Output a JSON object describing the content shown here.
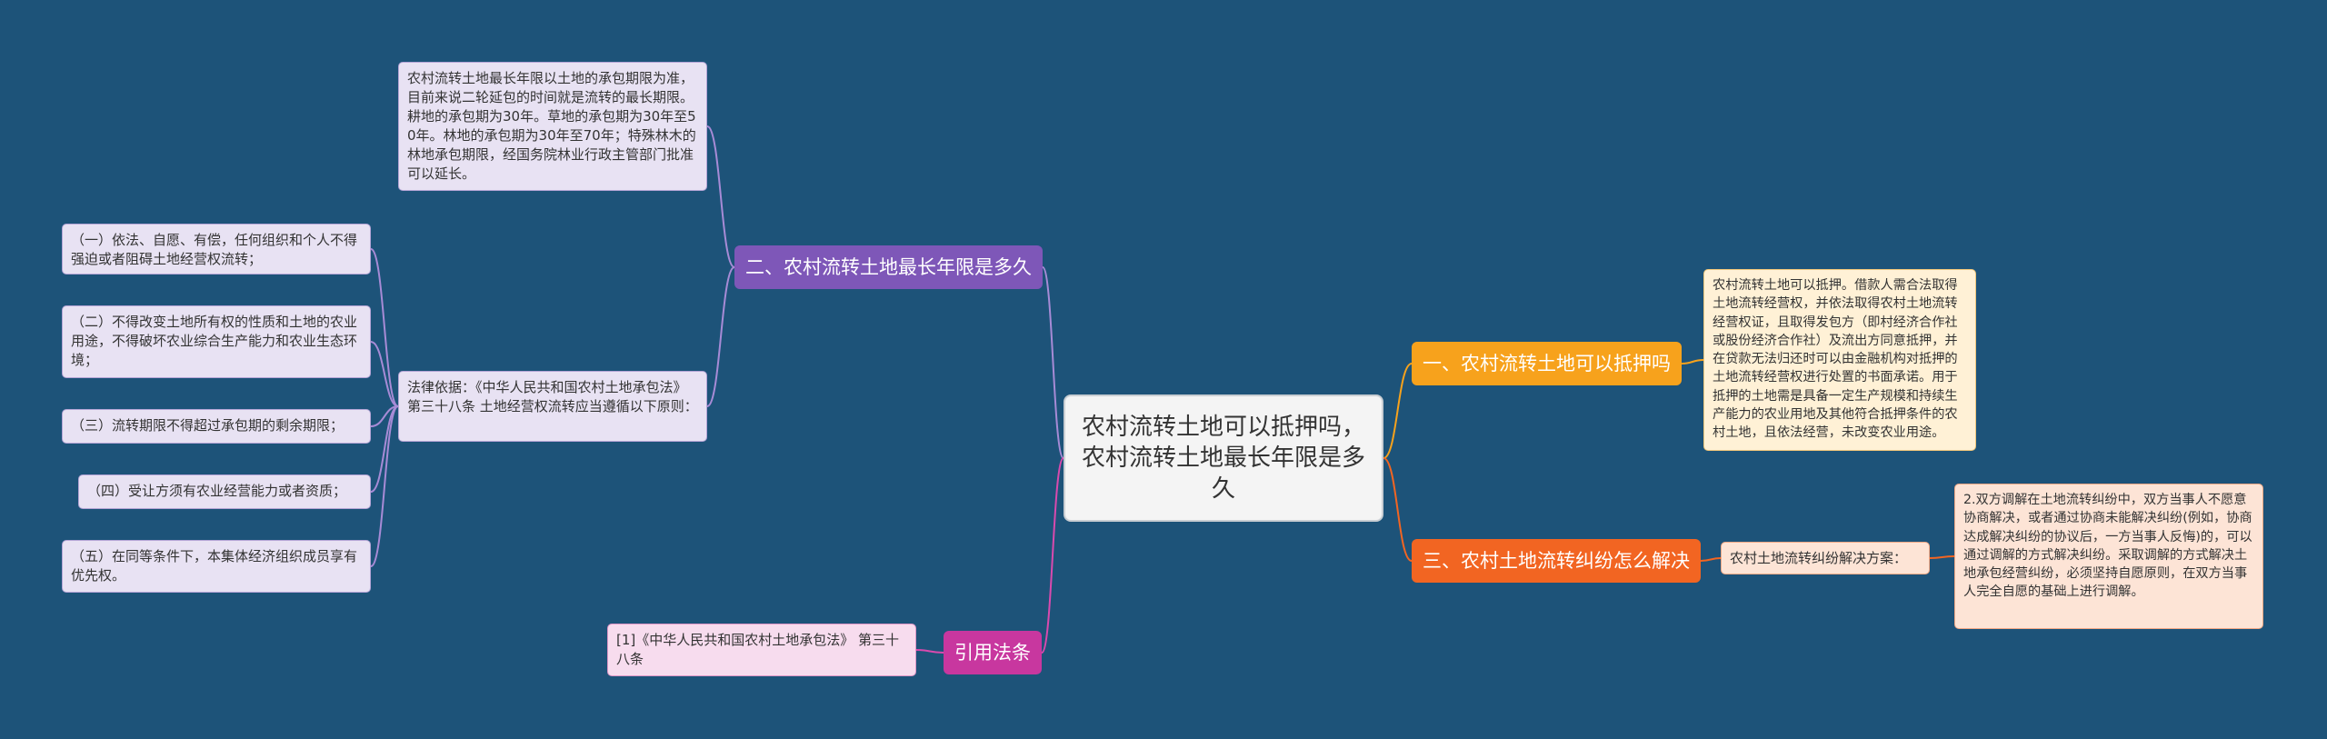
{
  "root": {
    "text": "农村流转土地可以抵押吗，农村流转土地最长年限是多久"
  },
  "colors": {
    "background": "#1d5379",
    "purple": "#7e57b8",
    "orange": "#f7a21c",
    "red": "#f26522",
    "pink": "#c8379f",
    "link_purple": "#a78bd6",
    "link_orange": "#f7a21c",
    "link_red": "#f26522",
    "link_pink": "#d94aae"
  },
  "branches": {
    "b1": {
      "label": "一、农村流转土地可以抵押吗"
    },
    "b2": {
      "label": "二、农村流转土地最长年限是多久"
    },
    "b3": {
      "label": "三、农村土地流转纠纷怎么解决"
    },
    "b4": {
      "label": "引用法条"
    }
  },
  "b1": {
    "detail": "农村流转土地可以抵押。借款人需合法取得土地流转经营权，并依法取得农村土地流转经营权证，且取得发包方（即村经济合作社或股份经济合作社）及流出方同意抵押，并在贷款无法归还时可以由金融机构对抵押的土地流转经营权进行处置的书面承诺。用于抵押的土地需是具备一定生产规模和持续生产能力的农业用地及其他符合抵押条件的农村土地，且依法经营，未改变农业用途。"
  },
  "b2": {
    "limit": "农村流转土地最长年限以土地的承包期限为准，目前来说二轮延包的时间就是流转的最长期限。耕地的承包期为30年。草地的承包期为30年至50年。林地的承包期为30年至70年；特殊林木的林地承包期限，经国务院林业行政主管部门批准可以延长。",
    "basis": "法律依据：《中华人民共和国农村土地承包法》 第三十八条 土地经营权流转应当遵循以下原则：",
    "principles": [
      "（一）依法、自愿、有偿，任何组织和个人不得强迫或者阻碍土地经营权流转；",
      "（二）不得改变土地所有权的性质和土地的农业用途，不得破坏农业综合生产能力和农业生态环境；",
      "（三）流转期限不得超过承包期的剩余期限；",
      "（四）受让方须有农业经营能力或者资质；",
      "（五）在同等条件下，本集体经济组织成员享有优先权。"
    ]
  },
  "b3": {
    "plan": "农村土地流转纠纷解决方案：",
    "detail": "2.双方调解在土地流转纠纷中，双方当事人不愿意协商解决，或者通过协商未能解决纠纷(例如，协商达成解决纠纷的协议后，一方当事人反悔)的，可以通过调解的方式解决纠纷。采取调解的方式解决土地承包经营纠纷，必须坚持自愿原则，在双方当事人完全自愿的基础上进行调解。"
  },
  "b4": {
    "law": "[1]《中华人民共和国农村土地承包法》 第三十八条"
  }
}
